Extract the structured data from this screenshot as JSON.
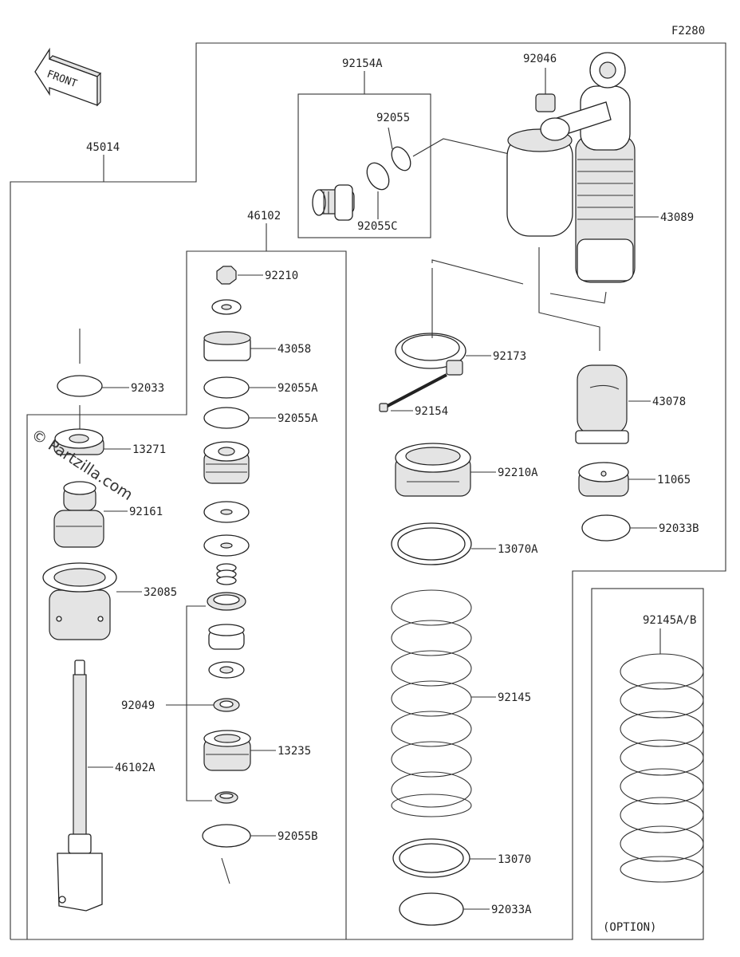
{
  "figure_id": "F2280",
  "front_arrow_label": "FRONT",
  "watermark": "© Partzilla.com",
  "option_label": "(OPTION)",
  "labels": {
    "p45014": "45014",
    "p46102": "46102",
    "p92154A": "92154A",
    "p92055": "92055",
    "p92055C": "92055C",
    "p92046": "92046",
    "p43089": "43089",
    "p92210": "92210",
    "p43058": "43058",
    "p92055A_1": "92055A",
    "p92055A_2": "92055A",
    "p92033": "92033",
    "p13271": "13271",
    "p92161": "92161",
    "p32085": "32085",
    "p92049": "92049",
    "p13235": "13235",
    "p46102A": "46102A",
    "p92055B": "92055B",
    "p92173": "92173",
    "p92154": "92154",
    "p43078": "43078",
    "p92210A": "92210A",
    "p11065": "11065",
    "p13070A": "13070A",
    "p92033B": "92033B",
    "p92145": "92145",
    "p13070": "13070",
    "p92033A": "92033A",
    "p92145AB": "92145A/B"
  }
}
